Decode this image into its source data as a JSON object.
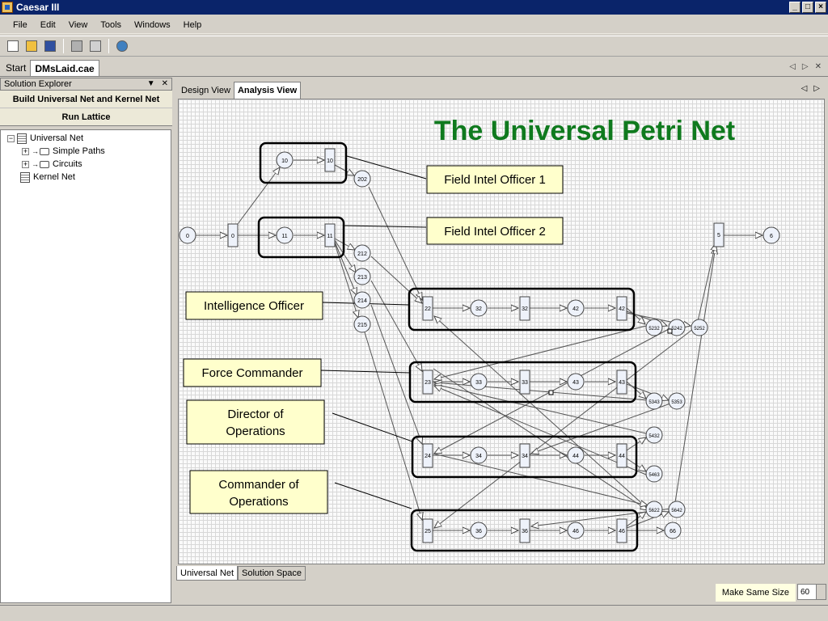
{
  "window": {
    "title": "Caesar III",
    "controls": [
      "_",
      "□",
      "×"
    ]
  },
  "menu": [
    "File",
    "Edit",
    "View",
    "Tools",
    "Windows",
    "Help"
  ],
  "toolbar": {
    "buttons": [
      {
        "name": "new-icon",
        "color": "#ffffff"
      },
      {
        "name": "open-icon",
        "color": "#f0c040"
      },
      {
        "name": "save-icon",
        "color": "#3050a0"
      },
      {
        "name": "print-icon",
        "color": "#b0b0b0"
      },
      {
        "name": "print-preview-icon",
        "color": "#d0d0d0"
      },
      {
        "name": "web-icon",
        "color": "#4080c0"
      }
    ]
  },
  "doc_tabs": {
    "start": "Start",
    "active": "DMsLaid.cae"
  },
  "solution_explorer": {
    "title": "Solution Explorer",
    "build_button": "Build Universal Net and Kernel Net",
    "run_button": "Run Lattice",
    "tree": {
      "universal_net": "Universal Net",
      "simple_paths": "Simple Paths",
      "circuits": "Circuits",
      "kernel_net": "Kernel Net"
    }
  },
  "view_tabs": {
    "design": "Design View",
    "analysis": "Analysis View"
  },
  "bottom_tabs": {
    "universal": "Universal Net",
    "solution": "Solution Space"
  },
  "size_control": {
    "label": "Make Same Size",
    "value": "60"
  },
  "diagram": {
    "title": "The Universal Petri Net",
    "title_color": "#0f7a1e",
    "callout_fill": "#ffffcc",
    "callouts": {
      "fio1": "Field Intel Officer 1",
      "fio2": "Field Intel Officer 2",
      "io": "Intelligence Officer",
      "fc": "Force Commander",
      "do_line1": "Director of",
      "do_line2": "Operations",
      "co_line1": "Commander of",
      "co_line2": "Operations"
    },
    "place_labels": [
      "0",
      "10",
      "11",
      "202",
      "212",
      "213",
      "214",
      "215",
      "32",
      "42",
      "33",
      "43",
      "34",
      "44",
      "36",
      "46",
      "6",
      "5232",
      "5242",
      "5252",
      "5343",
      "5353",
      "5432",
      "5463",
      "5622",
      "5642",
      "66"
    ],
    "transition_labels": [
      "0",
      "10",
      "11",
      "22",
      "32",
      "42",
      "23",
      "33",
      "43",
      "24",
      "34",
      "44",
      "25",
      "36",
      "46",
      "5"
    ]
  }
}
